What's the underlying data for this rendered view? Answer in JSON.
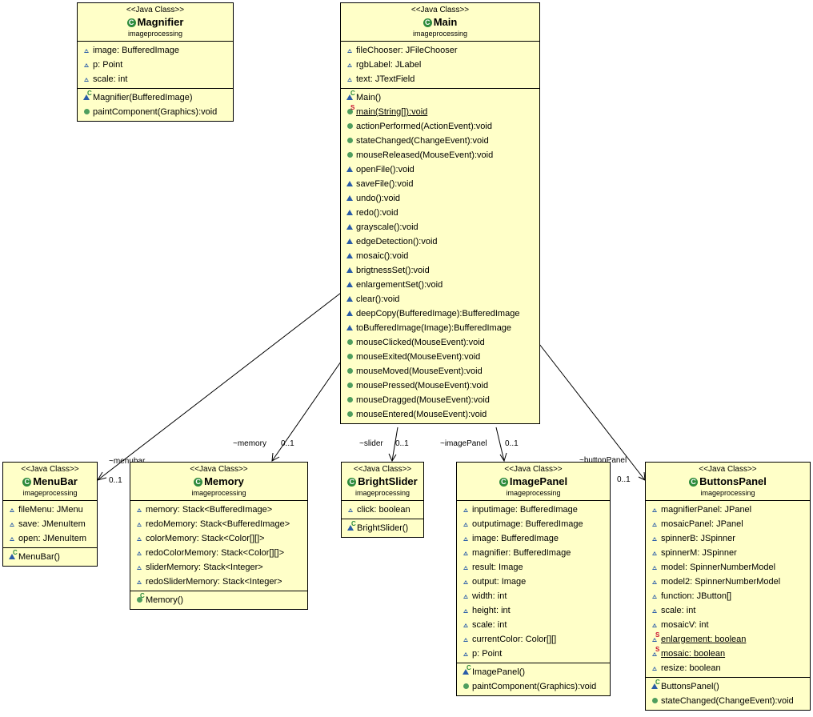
{
  "stereotype": "<<Java Class>>",
  "package": "imageprocessing",
  "class_icon": "C",
  "classes": {
    "magnifier": {
      "name": "Magnifier",
      "attributes": [
        {
          "text": "image: BufferedImage",
          "icon": "package-triangle-icon"
        },
        {
          "text": "p: Point",
          "icon": "package-triangle-icon"
        },
        {
          "text": "scale: int",
          "icon": "package-triangle-icon"
        }
      ],
      "methods": [
        {
          "text": "Magnifier(BufferedImage)",
          "icon": "constructor-icon",
          "mark": "C"
        },
        {
          "text": "paintComponent(Graphics):void",
          "icon": "public-circle-icon"
        }
      ]
    },
    "main": {
      "name": "Main",
      "attributes": [
        {
          "text": "fileChooser: JFileChooser"
        },
        {
          "text": "rgbLabel: JLabel"
        },
        {
          "text": "text: JTextField"
        }
      ],
      "methods": [
        {
          "text": "Main()",
          "kind": "ctor",
          "mark": "C"
        },
        {
          "text": "main(String[]):void",
          "kind": "static",
          "mark": "S"
        },
        {
          "text": "actionPerformed(ActionEvent):void",
          "kind": "public"
        },
        {
          "text": "stateChanged(ChangeEvent):void",
          "kind": "public"
        },
        {
          "text": "mouseReleased(MouseEvent):void",
          "kind": "public"
        },
        {
          "text": "openFile():void",
          "kind": "package"
        },
        {
          "text": "saveFile():void",
          "kind": "package"
        },
        {
          "text": "undo():void",
          "kind": "package"
        },
        {
          "text": "redo():void",
          "kind": "package"
        },
        {
          "text": "grayscale():void",
          "kind": "package"
        },
        {
          "text": "edgeDetection():void",
          "kind": "package"
        },
        {
          "text": "mosaic():void",
          "kind": "package"
        },
        {
          "text": "brigtnessSet():void",
          "kind": "package"
        },
        {
          "text": "enlargementSet():void",
          "kind": "package"
        },
        {
          "text": "clear():void",
          "kind": "package"
        },
        {
          "text": "deepCopy(BufferedImage):BufferedImage",
          "kind": "package"
        },
        {
          "text": "toBufferedImage(Image):BufferedImage",
          "kind": "package"
        },
        {
          "text": "mouseClicked(MouseEvent):void",
          "kind": "public"
        },
        {
          "text": "mouseExited(MouseEvent):void",
          "kind": "public"
        },
        {
          "text": "mouseMoved(MouseEvent):void",
          "kind": "public"
        },
        {
          "text": "mousePressed(MouseEvent):void",
          "kind": "public"
        },
        {
          "text": "mouseDragged(MouseEvent):void",
          "kind": "public"
        },
        {
          "text": "mouseEntered(MouseEvent):void",
          "kind": "public"
        }
      ]
    },
    "menubar": {
      "name": "MenuBar",
      "attributes": [
        {
          "text": "fileMenu: JMenu"
        },
        {
          "text": "save: JMenuItem"
        },
        {
          "text": "open: JMenuItem"
        }
      ],
      "methods": [
        {
          "text": "MenuBar()",
          "kind": "ctor",
          "mark": "C"
        }
      ]
    },
    "memory": {
      "name": "Memory",
      "attributes": [
        {
          "text": "memory: Stack<BufferedImage>"
        },
        {
          "text": "redoMemory: Stack<BufferedImage>"
        },
        {
          "text": "colorMemory: Stack<Color[][]>"
        },
        {
          "text": "redoColorMemory: Stack<Color[][]>"
        },
        {
          "text": "sliderMemory: Stack<Integer>"
        },
        {
          "text": "redoSliderMemory: Stack<Integer>"
        }
      ],
      "methods": [
        {
          "text": "Memory()",
          "kind": "public-ctor",
          "mark": "C"
        }
      ]
    },
    "brightslider": {
      "name": "BrightSlider",
      "attributes": [
        {
          "text": "click: boolean"
        }
      ],
      "methods": [
        {
          "text": "BrightSlider()",
          "kind": "ctor",
          "mark": "C"
        }
      ]
    },
    "imagepanel": {
      "name": "ImagePanel",
      "attributes": [
        {
          "text": "inputimage: BufferedImage"
        },
        {
          "text": "outputimage: BufferedImage"
        },
        {
          "text": "image: BufferedImage"
        },
        {
          "text": "magnifier: BufferedImage"
        },
        {
          "text": "result: Image"
        },
        {
          "text": "output: Image"
        },
        {
          "text": "width: int"
        },
        {
          "text": "height: int"
        },
        {
          "text": "scale: int"
        },
        {
          "text": "currentColor: Color[][]"
        },
        {
          "text": "p: Point"
        }
      ],
      "methods": [
        {
          "text": "ImagePanel()",
          "kind": "ctor",
          "mark": "C"
        },
        {
          "text": "paintComponent(Graphics):void",
          "kind": "public"
        }
      ]
    },
    "buttonspanel": {
      "name": "ButtonsPanel",
      "attributes": [
        {
          "text": "magnifierPanel: JPanel"
        },
        {
          "text": "mosaicPanel: JPanel"
        },
        {
          "text": "spinnerB: JSpinner"
        },
        {
          "text": "spinnerM: JSpinner"
        },
        {
          "text": "model: SpinnerNumberModel"
        },
        {
          "text": "model2: SpinnerNumberModel"
        },
        {
          "text": "function: JButton[]"
        },
        {
          "text": "scale: int"
        },
        {
          "text": "mosaicV: int"
        },
        {
          "text": "enlargement: boolean",
          "static": true
        },
        {
          "text": "mosaic: boolean",
          "static": true
        },
        {
          "text": "resize: boolean"
        }
      ],
      "methods": [
        {
          "text": "ButtonsPanel()",
          "kind": "ctor",
          "mark": "C"
        },
        {
          "text": "stateChanged(ChangeEvent):void",
          "kind": "public"
        }
      ]
    }
  },
  "associations": [
    {
      "from": "Main",
      "to": "MenuBar",
      "role": "~menubar",
      "multiplicity": "0..1"
    },
    {
      "from": "Main",
      "to": "Memory",
      "role": "~memory",
      "multiplicity": "0..1"
    },
    {
      "from": "Main",
      "to": "BrightSlider",
      "role": "~slider",
      "multiplicity": "0..1"
    },
    {
      "from": "Main",
      "to": "ImagePanel",
      "role": "~imagePanel",
      "multiplicity": "0..1"
    },
    {
      "from": "Main",
      "to": "ButtonsPanel",
      "role": "~buttonPanel",
      "multiplicity": "0..1"
    }
  ]
}
